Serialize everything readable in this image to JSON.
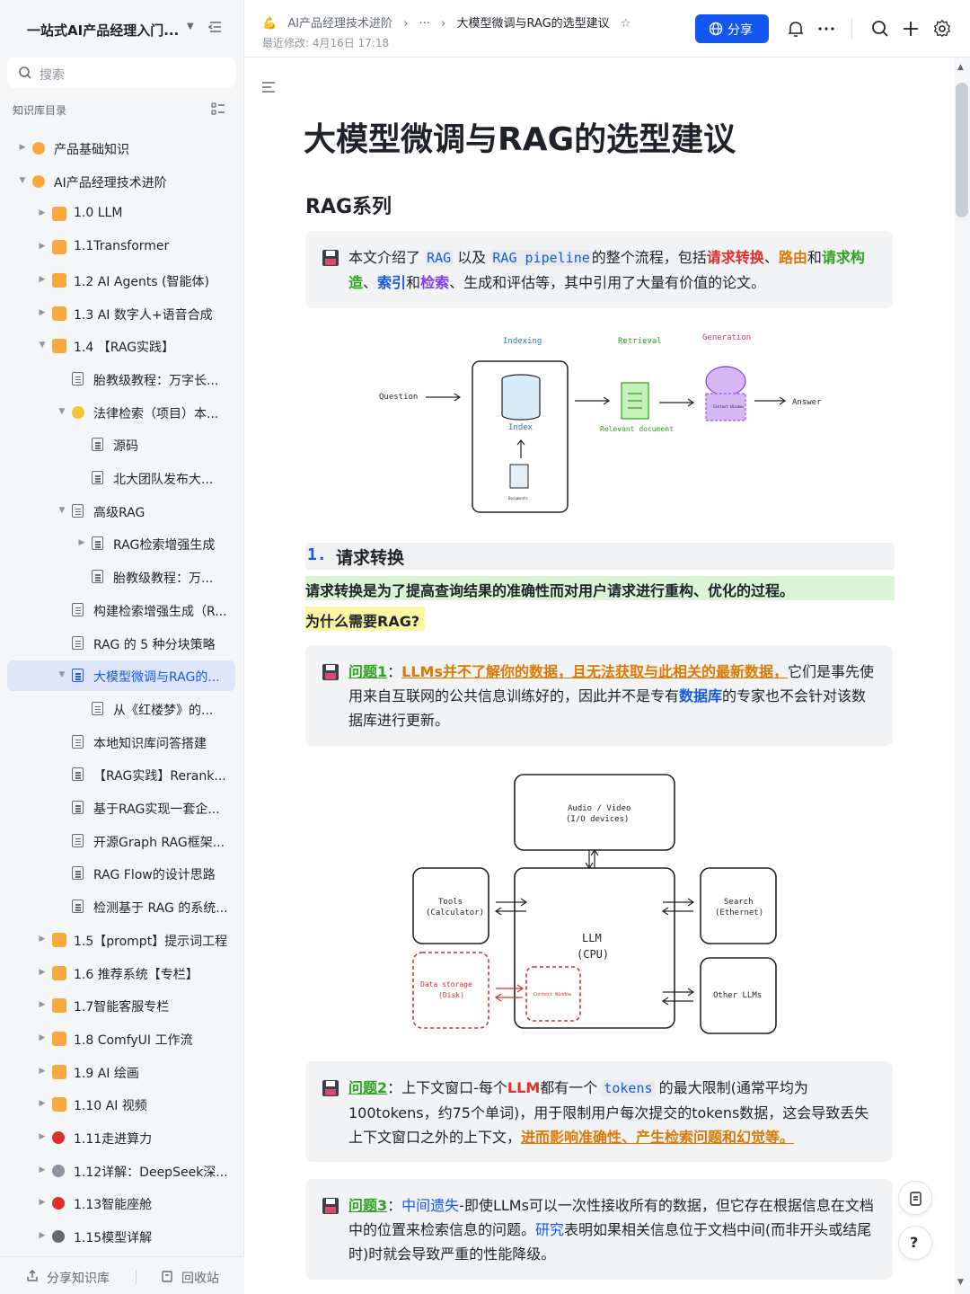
{
  "sidebar": {
    "title": "一站式AI产品经理入门...",
    "search_placeholder": "搜索",
    "section_label": "知识库目录",
    "items": [
      {
        "label": "产品基础知识",
        "icon": "rss-icon",
        "color": "#f8a83c"
      },
      {
        "label": "AI产品经理技术进阶",
        "icon": "muscle-icon",
        "color": "#f8a83c"
      },
      {
        "label": "1.0 LLM",
        "icon": "folder-icon",
        "color": "#f8a83c"
      },
      {
        "label": "1.1Transformer",
        "icon": "folder-icon",
        "color": "#f8a83c"
      },
      {
        "label": "1.2 AI Agents (智能体)",
        "icon": "folder-icon",
        "color": "#f8a83c"
      },
      {
        "label": "1.3 AI 数字人+语音合成",
        "icon": "folder-icon",
        "color": "#f8a83c"
      },
      {
        "label": "1.4 【RAG实践】",
        "icon": "folder-icon",
        "color": "#f8a83c"
      },
      {
        "label": "胎教级教程：万字长...",
        "icon": "doc-icon"
      },
      {
        "label": "法律检索（项目）本...",
        "icon": "smile-icon",
        "color": "#f8c33c"
      },
      {
        "label": "源码",
        "icon": "doc-icon"
      },
      {
        "label": "北大团队发布大...",
        "icon": "doc-icon"
      },
      {
        "label": "高级RAG",
        "icon": "doc-icon"
      },
      {
        "label": "RAG检索增强生成",
        "icon": "doc-icon"
      },
      {
        "label": "胎教级教程：万...",
        "icon": "doc-icon"
      },
      {
        "label": "构建检索增强生成（R...",
        "icon": "doc-icon"
      },
      {
        "label": "RAG 的 5 种分块策略",
        "icon": "doc-icon"
      },
      {
        "label": "大模型微调与RAG的...",
        "icon": "doc-icon",
        "active": true
      },
      {
        "label": "从《红楼梦》的...",
        "icon": "doc-icon"
      },
      {
        "label": "本地知识库问答搭建",
        "icon": "doc-icon"
      },
      {
        "label": "【RAG实践】Rerank...",
        "icon": "doc-icon"
      },
      {
        "label": "基于RAG实现一套企...",
        "icon": "doc-icon"
      },
      {
        "label": "开源Graph RAG框架...",
        "icon": "doc-icon"
      },
      {
        "label": "RAG Flow的设计思路",
        "icon": "doc-icon"
      },
      {
        "label": "检测基于 RAG 的系统...",
        "icon": "doc-icon"
      },
      {
        "label": "1.5【prompt】提示词工程",
        "icon": "folder-icon",
        "color": "#f8a83c"
      },
      {
        "label": "1.6 推荐系统【专栏】",
        "icon": "folder-icon",
        "color": "#f8a83c"
      },
      {
        "label": "1.7智能客服专栏",
        "icon": "folder-icon",
        "color": "#f8a83c"
      },
      {
        "label": "1.8 ComfyUI 工作流",
        "icon": "folder-icon",
        "color": "#f8a83c"
      },
      {
        "label": "1.9 AI 绘画",
        "icon": "folder-icon",
        "color": "#f8a83c"
      },
      {
        "label": "1.10 AI 视频",
        "icon": "folder-icon",
        "color": "#f8a83c"
      },
      {
        "label": "1.11走进算力",
        "icon": "rocket-icon",
        "color": "#e22e28"
      },
      {
        "label": "1.12详解：DeepSeek深...",
        "icon": "gear-icon",
        "color": "#8f959e"
      },
      {
        "label": "1.13智能座舱",
        "icon": "car-icon",
        "color": "#e22e28"
      },
      {
        "label": "1.15模型详解",
        "icon": "tools-icon",
        "color": "#646a73"
      }
    ],
    "footer": {
      "share_label": "分享知识库",
      "trash_label": "回收站"
    }
  },
  "header": {
    "breadcrumbs": [
      "AI产品经理技术进阶",
      "···",
      "大模型微调与RAG的选型建议"
    ],
    "modified": "最近修改: 4月16日 17:18",
    "share_label": "分享"
  },
  "doc": {
    "title": "大模型微调与RAG的选型建议",
    "section_title": "RAG系列",
    "intro": {
      "p1": "本文介绍了",
      "c1": "RAG",
      "p2": "以及",
      "c2": "RAG pipeline",
      "p3": "的整个流程，包括",
      "k1": "请求转换",
      "s1": "、",
      "k2": "路由",
      "s2": "和",
      "k3": "请求构造",
      "s3": "、",
      "k4": "索引",
      "s4": "和",
      "k5": "检索",
      "p4": "、生成和评估等，其中引用了大量有价值的论文。"
    },
    "diagram1": {
      "indexing": "Indexing",
      "retrieval": "Retrieval",
      "generation": "Generation",
      "question": "Question",
      "index": "Index",
      "relevant": "Relevant document",
      "answer": "Answer",
      "documents": "Documents",
      "context_window": "Context Window"
    },
    "h3_num": "1.",
    "h3_text": "请求转换",
    "green_line": "请求转换是为了提高查询结果的准确性而对用户请求进行重构、优化的过程。",
    "yellow_line": "为什么需要RAG?",
    "q1": {
      "label": "问题1",
      "colon": "：",
      "highlight": "LLMs并不了解你的数据，且无法获取与此相关的最新数据，",
      "p1": "它们是事先使用来自互联网的公共信息训练好的，因此并不是专有",
      "kw": "数据库",
      "p2": "的专家也不会针对该数据库进行更新。"
    },
    "diagram2": {
      "audio": "Audio / Video",
      "io": "(I/O devices)",
      "tools": "Tools",
      "calc": "(Calculator)",
      "llm": "LLM",
      "cpu": "(CPU)",
      "search": "Search",
      "ethernet": "(Ethernet)",
      "data": "Data storage",
      "disk": "(Disk)",
      "context": "Context Window",
      "other": "Other LLMs"
    },
    "q2": {
      "label": "问题2",
      "p1": "：上下文窗口-每个",
      "kw": "LLM",
      "p2": "都有一个",
      "code": "tokens",
      "p3": "的最大限制(通常平均为100tokens，约75个单词)，用于限制用户每次提交的tokens数据，这会导致丢失上下文窗口之外的上下文，",
      "highlight": "进而影响准确性、产生检索问题和幻觉等。"
    },
    "q3": {
      "label": "问题3",
      "colon": "：",
      "kw": "中间遗失",
      "p1": "-即使LLMs可以一次性接收所有的数据，但它存在根据信息在文档中的位置来检索信息的问题。",
      "link": "研究",
      "p2": "表明如果相关信息位于文档中间(而非开头或结尾时)时就会导致严重的性能降级。"
    }
  },
  "colors": {
    "accent": "#1456f0",
    "green": "#2ea121",
    "orange": "#de7802",
    "red": "#e22e28",
    "purple": "#7f3bf5"
  }
}
